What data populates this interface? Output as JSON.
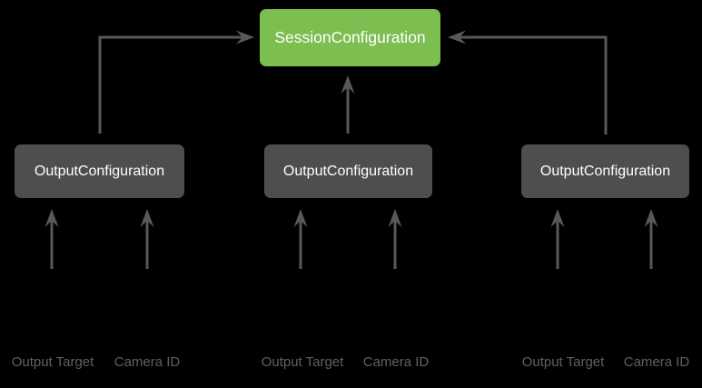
{
  "colors": {
    "background": "#000000",
    "session_node_bg": "#7DBE50",
    "output_node_bg": "#4E4E4E",
    "node_text": "#FFFFFF",
    "arrow": "#58585A",
    "label_text": "#606060"
  },
  "diagram": {
    "session_node": {
      "label": "SessionConfiguration"
    },
    "output_nodes": [
      {
        "label": "OutputConfiguration",
        "inputs": [
          "Output Target",
          "Camera ID"
        ]
      },
      {
        "label": "OutputConfiguration",
        "inputs": [
          "Output Target",
          "Camera ID"
        ]
      },
      {
        "label": "OutputConfiguration",
        "inputs": [
          "Output Target",
          "Camera ID"
        ]
      }
    ]
  }
}
